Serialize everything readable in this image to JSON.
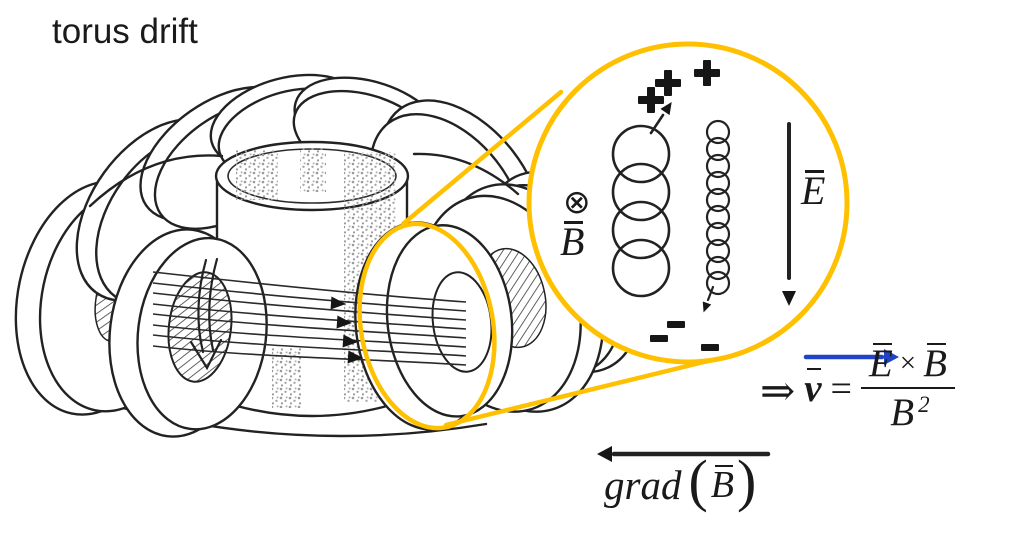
{
  "title": "torus drift",
  "colors": {
    "highlight": "#FFC000",
    "blue_arrow": "#2143C8",
    "ink": "#1A1A1A"
  },
  "inset": {
    "plus_signs": [
      "+",
      "+",
      "+"
    ],
    "minus_signs": [
      "-",
      "-",
      "-"
    ],
    "b_into_page_symbol": "⊗",
    "b_label": "B",
    "e_label": "E"
  },
  "equation": {
    "implies": "⇒",
    "velocity": "v",
    "equals": "=",
    "numerator_e": "E",
    "cross": "×",
    "numerator_b": "B",
    "denominator_base": "B",
    "denominator_exponent": "2"
  },
  "gradient_label": {
    "function": "grad",
    "open_paren": "(",
    "argument": "B",
    "close_paren": ")"
  }
}
